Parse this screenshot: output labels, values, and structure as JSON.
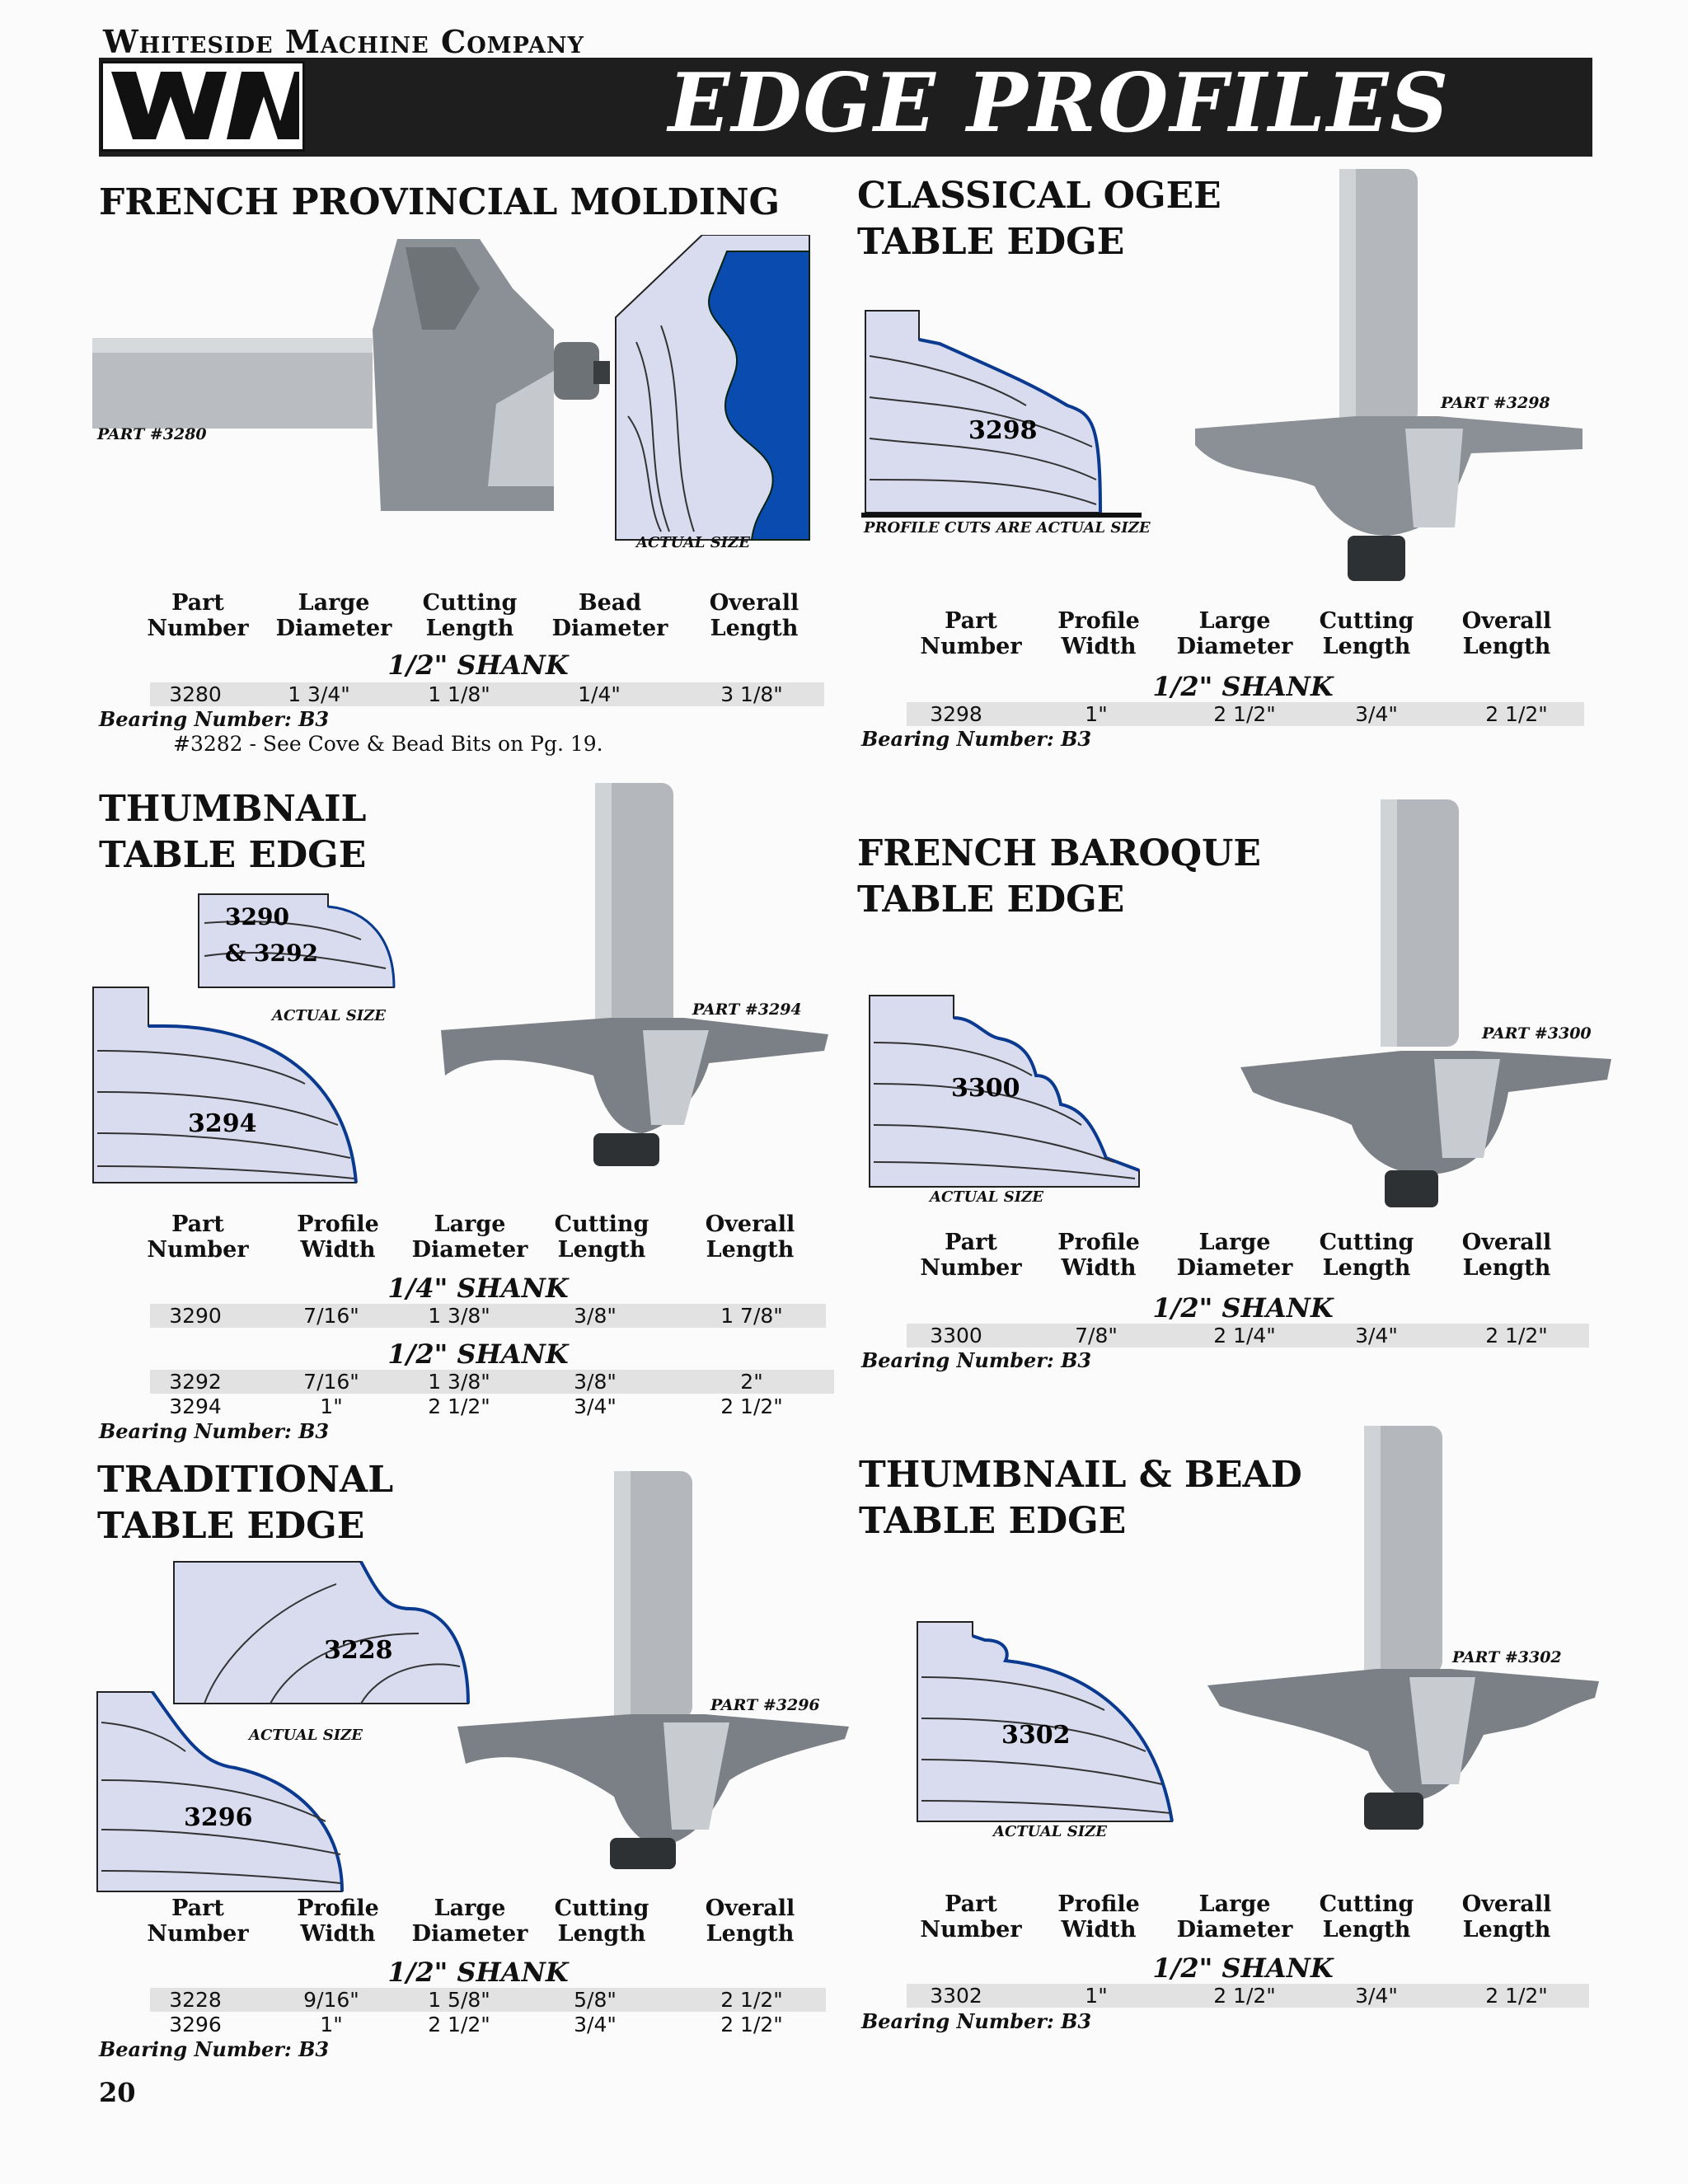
{
  "header": {
    "company": "Whiteside Machine Company",
    "logo_text": "WM",
    "title": "EDGE PROFILES"
  },
  "colors": {
    "profile_fill": "#d9dcef",
    "molding_blue": "#0a4bb0",
    "band": "#1e1e1e",
    "row_shade": "#e2e2e2"
  },
  "sections": {
    "french_provincial": {
      "title": "FRENCH PROVINCIAL MOLDING",
      "part_caption": "PART #3280",
      "actual_size": "ACTUAL SIZE",
      "headers": [
        "Part\nNumber",
        "Large\nDiameter",
        "Cutting\nLength",
        "Bead\nDiameter",
        "Overall\nLength"
      ],
      "shank": "1/2\" SHANK",
      "rows": [
        [
          "3280",
          "1 3/4\"",
          "1 1/8\"",
          "1/4\"",
          "3 1/8\""
        ]
      ],
      "bearing": "Bearing Number: B3",
      "note": "#3282 - See Cove & Bead Bits on Pg. 19."
    },
    "classical_ogee": {
      "title_line1": "CLASSICAL OGEE",
      "title_line2": "TABLE EDGE",
      "profile_label": "3298",
      "profile_caption": "PROFILE CUTS ARE ACTUAL SIZE",
      "part_caption": "PART #3298",
      "headers": [
        "Part\nNumber",
        "Profile\nWidth",
        "Large\nDiameter",
        "Cutting\nLength",
        "Overall\nLength"
      ],
      "shank": "1/2\" SHANK",
      "rows": [
        [
          "3298",
          "1\"",
          "2 1/2\"",
          "3/4\"",
          "2 1/2\""
        ]
      ],
      "bearing": "Bearing Number: B3"
    },
    "thumbnail": {
      "title_line1": "THUMBNAIL",
      "title_line2": "TABLE  EDGE",
      "small_label_1": "3290",
      "small_label_2": "& 3292",
      "large_label": "3294",
      "actual_size": "ACTUAL SIZE",
      "part_caption": "PART #3294",
      "headers": [
        "Part\nNumber",
        "Profile\nWidth",
        "Large\nDiameter",
        "Cutting\nLength",
        "Overall\nLength"
      ],
      "shank_a": "1/4\" SHANK",
      "rows_a": [
        [
          "3290",
          "7/16\"",
          "1 3/8\"",
          "3/8\"",
          "1 7/8\""
        ]
      ],
      "shank_b": "1/2\" SHANK",
      "rows_b": [
        [
          "3292",
          "7/16\"",
          "1 3/8\"",
          "3/8\"",
          "2\""
        ],
        [
          "3294",
          "1\"",
          "2 1/2\"",
          "3/4\"",
          "2 1/2\""
        ]
      ],
      "bearing": "Bearing Number: B3"
    },
    "french_baroque": {
      "title_line1": "FRENCH BAROQUE",
      "title_line2": "TABLE EDGE",
      "profile_label": "3300",
      "actual_size": "ACTUAL SIZE",
      "part_caption": "PART #3300",
      "headers": [
        "Part\nNumber",
        "Profile\nWidth",
        "Large\nDiameter",
        "Cutting\nLength",
        "Overall\nLength"
      ],
      "shank": "1/2\" SHANK",
      "rows": [
        [
          "3300",
          "7/8\"",
          "2 1/4\"",
          "3/4\"",
          "2 1/2\""
        ]
      ],
      "bearing": "Bearing Number: B3"
    },
    "traditional": {
      "title_line1": "TRADITIONAL",
      "title_line2": "TABLE EDGE",
      "small_label": "3228",
      "large_label": "3296",
      "actual_size": "ACTUAL SIZE",
      "part_caption": "PART #3296",
      "headers": [
        "Part\nNumber",
        "Profile\nWidth",
        "Large\nDiameter",
        "Cutting\nLength",
        "Overall\nLength"
      ],
      "shank": "1/2\" SHANK",
      "rows": [
        [
          "3228",
          "9/16\"",
          "1 5/8\"",
          "5/8\"",
          "2 1/2\""
        ],
        [
          "3296",
          "1\"",
          "2 1/2\"",
          "3/4\"",
          "2 1/2\""
        ]
      ],
      "bearing": "Bearing Number: B3"
    },
    "thumbnail_bead": {
      "title_line1": "THUMBNAIL & BEAD",
      "title_line2": "TABLE EDGE",
      "profile_label": "3302",
      "actual_size": "ACTUAL SIZE",
      "part_caption": "PART #3302",
      "headers": [
        "Part\nNumber",
        "Profile\nWidth",
        "Large\nDiameter",
        "Cutting\nLength",
        "Overall\nLength"
      ],
      "shank": "1/2\" SHANK",
      "rows": [
        [
          "3302",
          "1\"",
          "2 1/2\"",
          "3/4\"",
          "2 1/2\""
        ]
      ],
      "bearing": "Bearing Number: B3"
    }
  },
  "page_number": "20"
}
